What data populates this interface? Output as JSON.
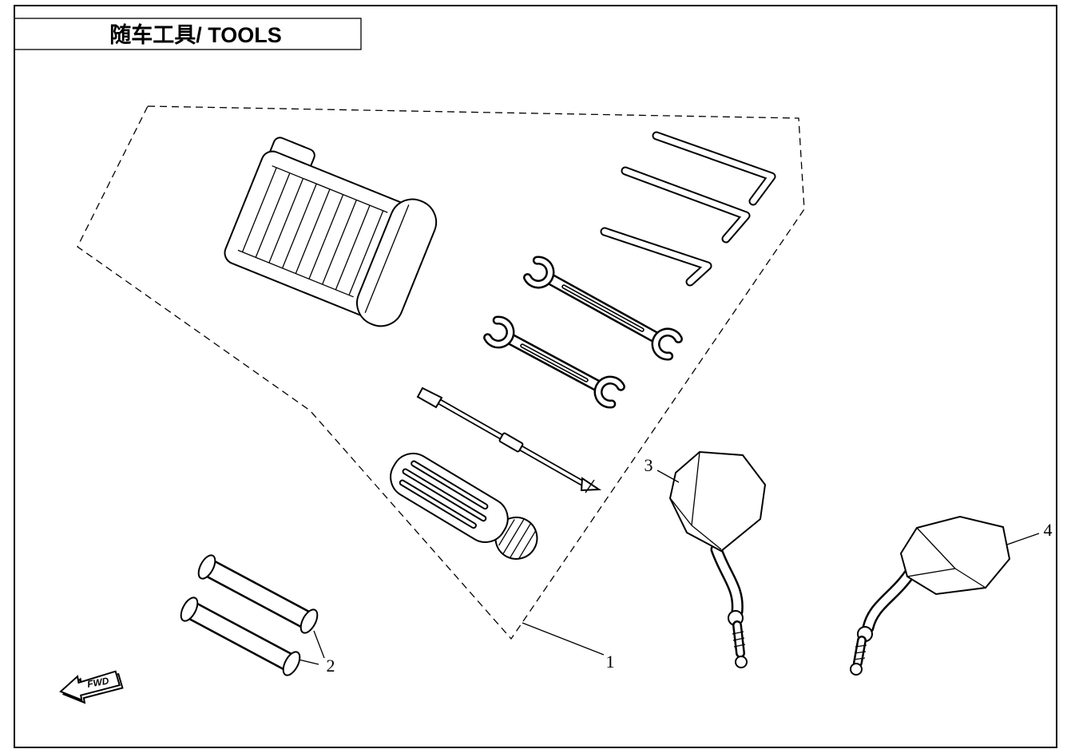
{
  "page": {
    "title": "随车工具/ TOOLS"
  },
  "callouts": {
    "c1": "1",
    "c2": "2",
    "c3": "3",
    "c4": "4"
  },
  "fwd": {
    "label": "FWD"
  },
  "colors": {
    "line": "#000000",
    "background": "#ffffff"
  }
}
